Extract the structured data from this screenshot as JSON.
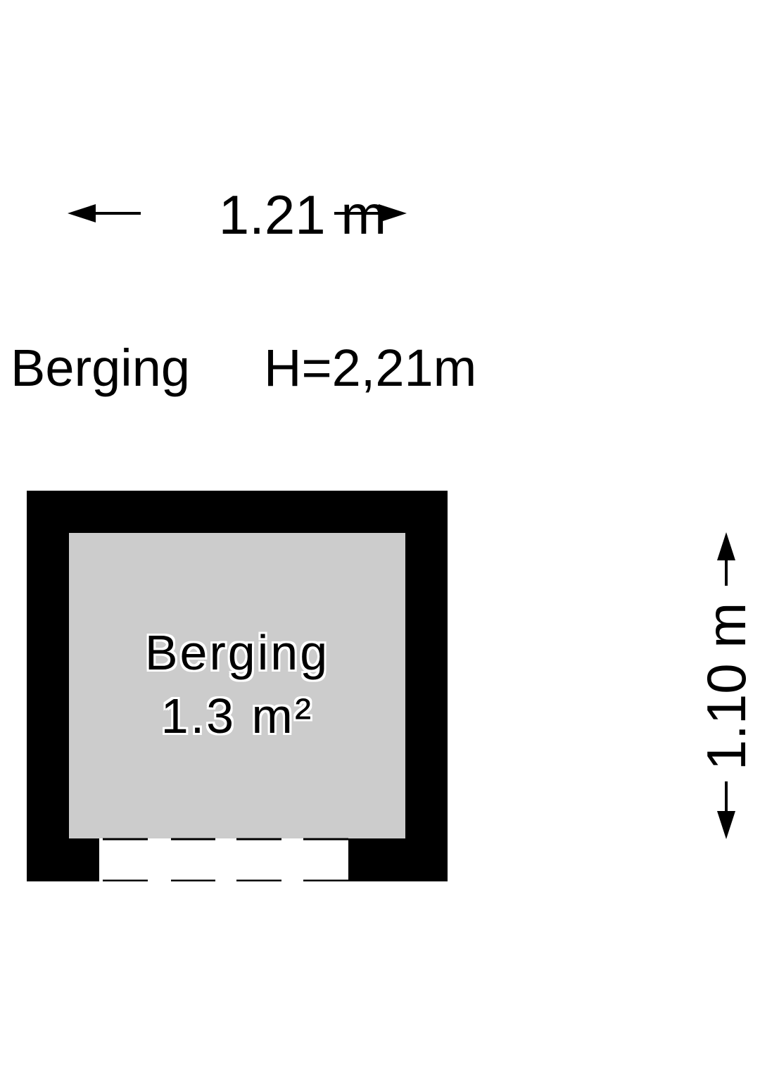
{
  "dimensions": {
    "width_label": "1.21 m",
    "height_label": "1.10 m"
  },
  "heading": {
    "room_name": "Berging",
    "ceiling_height": "H=2,21m"
  },
  "room": {
    "name": "Berging",
    "area": "1.3 m²"
  },
  "colors": {
    "wall": "#000000",
    "floor": "#cccccc",
    "door_gap": "#ffffff"
  }
}
